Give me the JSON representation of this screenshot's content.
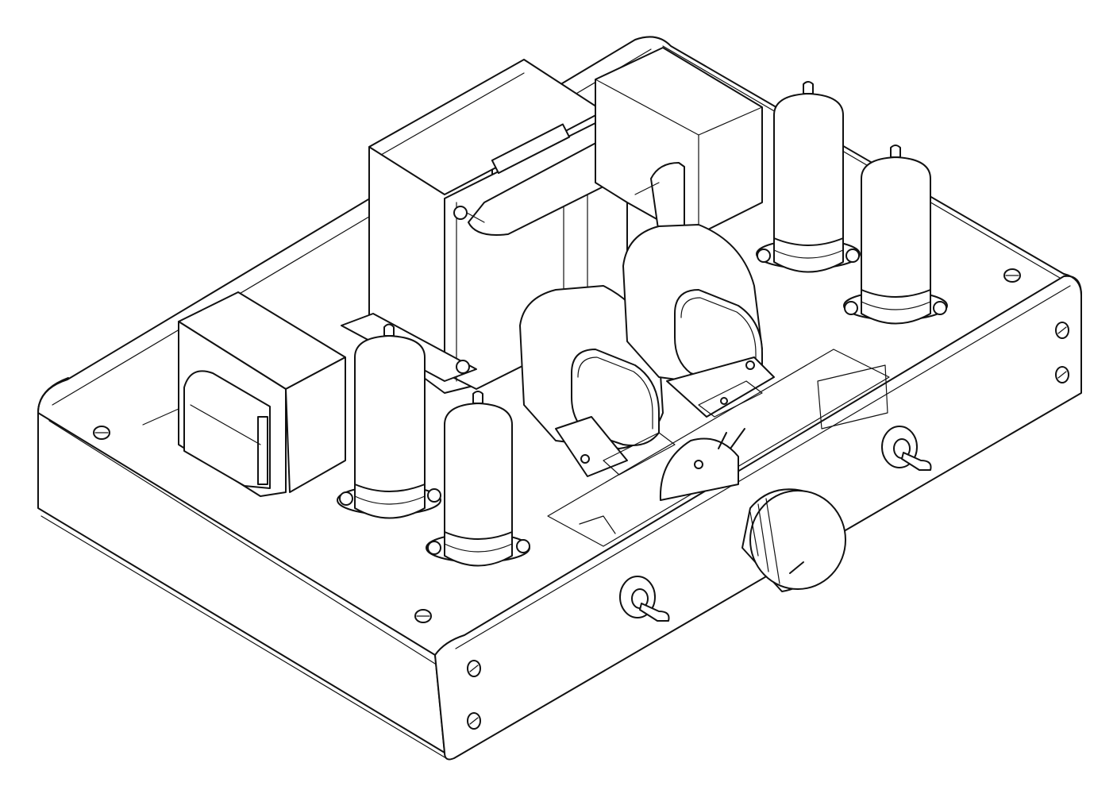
{
  "drawing": {
    "background": "#ffffff",
    "line_color": "#111111",
    "style": "isometric line drawing",
    "components": [
      "chassis",
      "power-transformer",
      "output-transformer-left",
      "output-transformer-rear",
      "choke-left",
      "choke-right",
      "vacuum-tube",
      "volume-knob",
      "toggle-switch",
      "tube-socket",
      "mounting-screw"
    ]
  }
}
